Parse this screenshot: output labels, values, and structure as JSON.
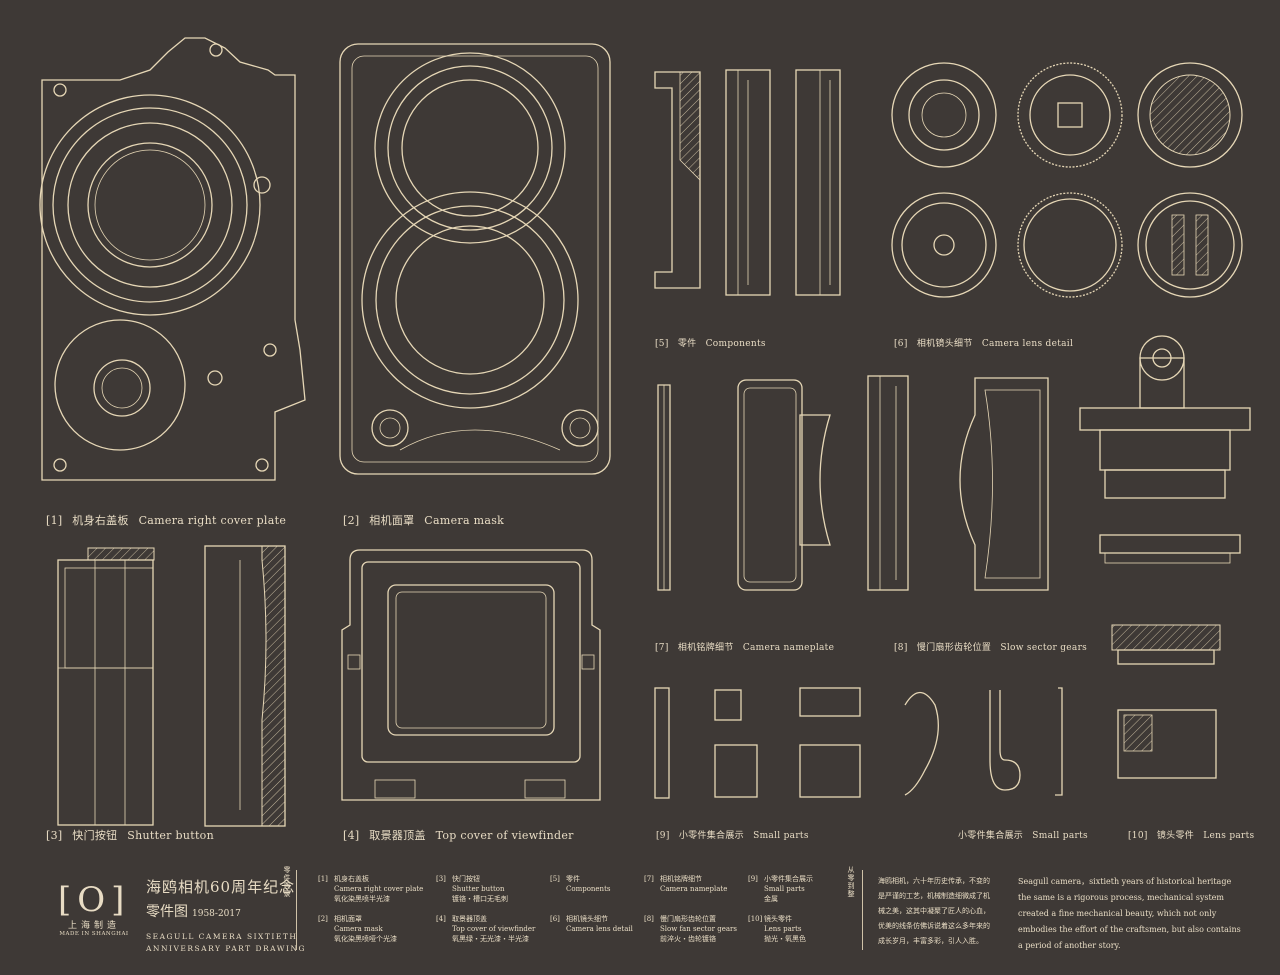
{
  "captions": {
    "p1": {
      "num": "[1]",
      "cn": "机身右盖板",
      "en": "Camera right cover plate"
    },
    "p2": {
      "num": "[2]",
      "cn": "相机面罩",
      "en": "Camera mask"
    },
    "p3": {
      "num": "[3]",
      "cn": "快门按钮",
      "en": "Shutter button"
    },
    "p4": {
      "num": "[4]",
      "cn": "取景器顶盖",
      "en": "Top cover of viewfinder"
    },
    "p5": {
      "num": "[5]",
      "cn": "零件",
      "en": "Components"
    },
    "p6": {
      "num": "[6]",
      "cn": "相机镜头细节",
      "en": "Camera lens detail"
    },
    "p7": {
      "num": "[7]",
      "cn": "相机铭牌细节",
      "en": "Camera nameplate"
    },
    "p8": {
      "num": "[8]",
      "cn": "慢门扇形齿轮位置",
      "en": "Slow  sector gears"
    },
    "p9": {
      "num": "[9]",
      "cn": "小零件集合展示",
      "en": "Small parts"
    },
    "p9b": {
      "num": "",
      "cn": "小零件集合展示",
      "en": "Small parts"
    },
    "p10": {
      "num": "[10]",
      "cn": "镜头零件",
      "en": "Lens parts"
    }
  },
  "footer": {
    "logo_mark": "[O]",
    "logo_cn": "上海制造",
    "logo_en": "MADE IN SHANGHAI",
    "title_cn": "海鸥相机60周年纪念",
    "subtitle_cn": "零件图",
    "years": "1958-2017",
    "title_en_1": "SEAGULL   CAMERA   SIXTIETH",
    "title_en_2": "ANNIVERSARY PART DRAWING",
    "vertical_label_1": "零件目录",
    "vertical_label_2": "从零到整",
    "legend": [
      {
        "n": "[1]",
        "cn": "机身右盖板",
        "en": "Camera right cover plate",
        "note": "氧化染黑喷半光漆"
      },
      {
        "n": "[2]",
        "cn": "相机面罩",
        "en": "Camera mask",
        "note": "氧化染黑喷哑个光漆"
      },
      {
        "n": "[3]",
        "cn": "快门按钮",
        "en": "Shutter button",
        "note": "镀铬・槽口无毛刺"
      },
      {
        "n": "[4]",
        "cn": "取景器顶盖",
        "en": "Top cover of viewfinder",
        "note": "氧黑绿・无光漆・半光漆"
      },
      {
        "n": "[5]",
        "cn": "零件",
        "en": "Components",
        "note": ""
      },
      {
        "n": "[6]",
        "cn": "相机镜头细节",
        "en": "Camera lens detail",
        "note": ""
      },
      {
        "n": "[7]",
        "cn": "相机铭牌细节",
        "en": "Camera nameplate",
        "note": ""
      },
      {
        "n": "[8]",
        "cn": "慢门扇形齿轮位置",
        "en": "Slow fan sector gears",
        "note": "前淬火・齿轮镀铬"
      },
      {
        "n": "[9]",
        "cn": "小零件集合展示",
        "en": "Small parts",
        "note": "金属"
      },
      {
        "n": "[10]",
        "cn": "镜头零件",
        "en": "Lens parts",
        "note": "抛光・氧黑色"
      }
    ],
    "para_cn": "海鸥相机，六十年历史传承，不变的是严谨的工艺，机械制造细微成了机械之美，这其中凝聚了匠人的心血，优美的线条仿佛诉说着这么多年来的成长岁月，丰富多彩，引人入胜。",
    "para_en": "Seagull camera，sixtieth  years of historical heritage  the same is a rigorous process, mechanical system created a fine mechanical beauty, which not only embodies the effort of the craftsmen, but also contains a period of another story."
  }
}
